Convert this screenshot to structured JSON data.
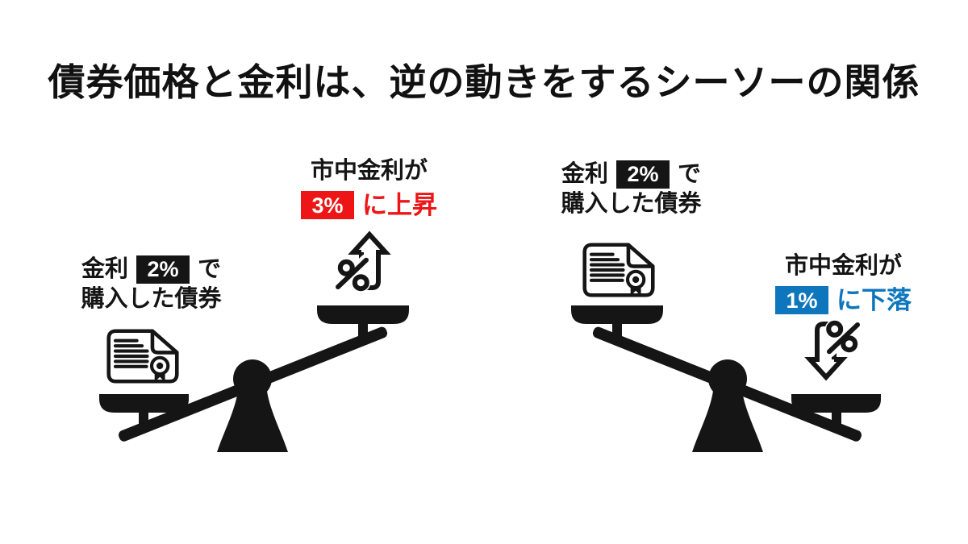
{
  "title": "債券価格と金利は、逆の動きをするシーソーの関係",
  "colors": {
    "text_black": "#151515",
    "accent_red": "#ed1515",
    "accent_blue": "#0d76bd",
    "badge_black": "#151515",
    "background": "#ffffff"
  },
  "left": {
    "bond": {
      "prefix": "金利",
      "rate": "2%",
      "suffix": "で",
      "line2": "購入した債券"
    },
    "market": {
      "line1": "市中金利が",
      "rate": "3%",
      "direction": "に上昇"
    },
    "trend_icon": "percent-up-arrow-icon",
    "document_icon": "bond-certificate-icon",
    "seesaw_state": "left-side-down"
  },
  "right": {
    "bond": {
      "prefix": "金利",
      "rate": "2%",
      "suffix": "で",
      "line2": "購入した債券"
    },
    "market": {
      "line1": "市中金利が",
      "rate": "1%",
      "direction": "に下落"
    },
    "trend_icon": "percent-down-arrow-icon",
    "document_icon": "bond-certificate-icon",
    "seesaw_state": "right-side-down"
  }
}
